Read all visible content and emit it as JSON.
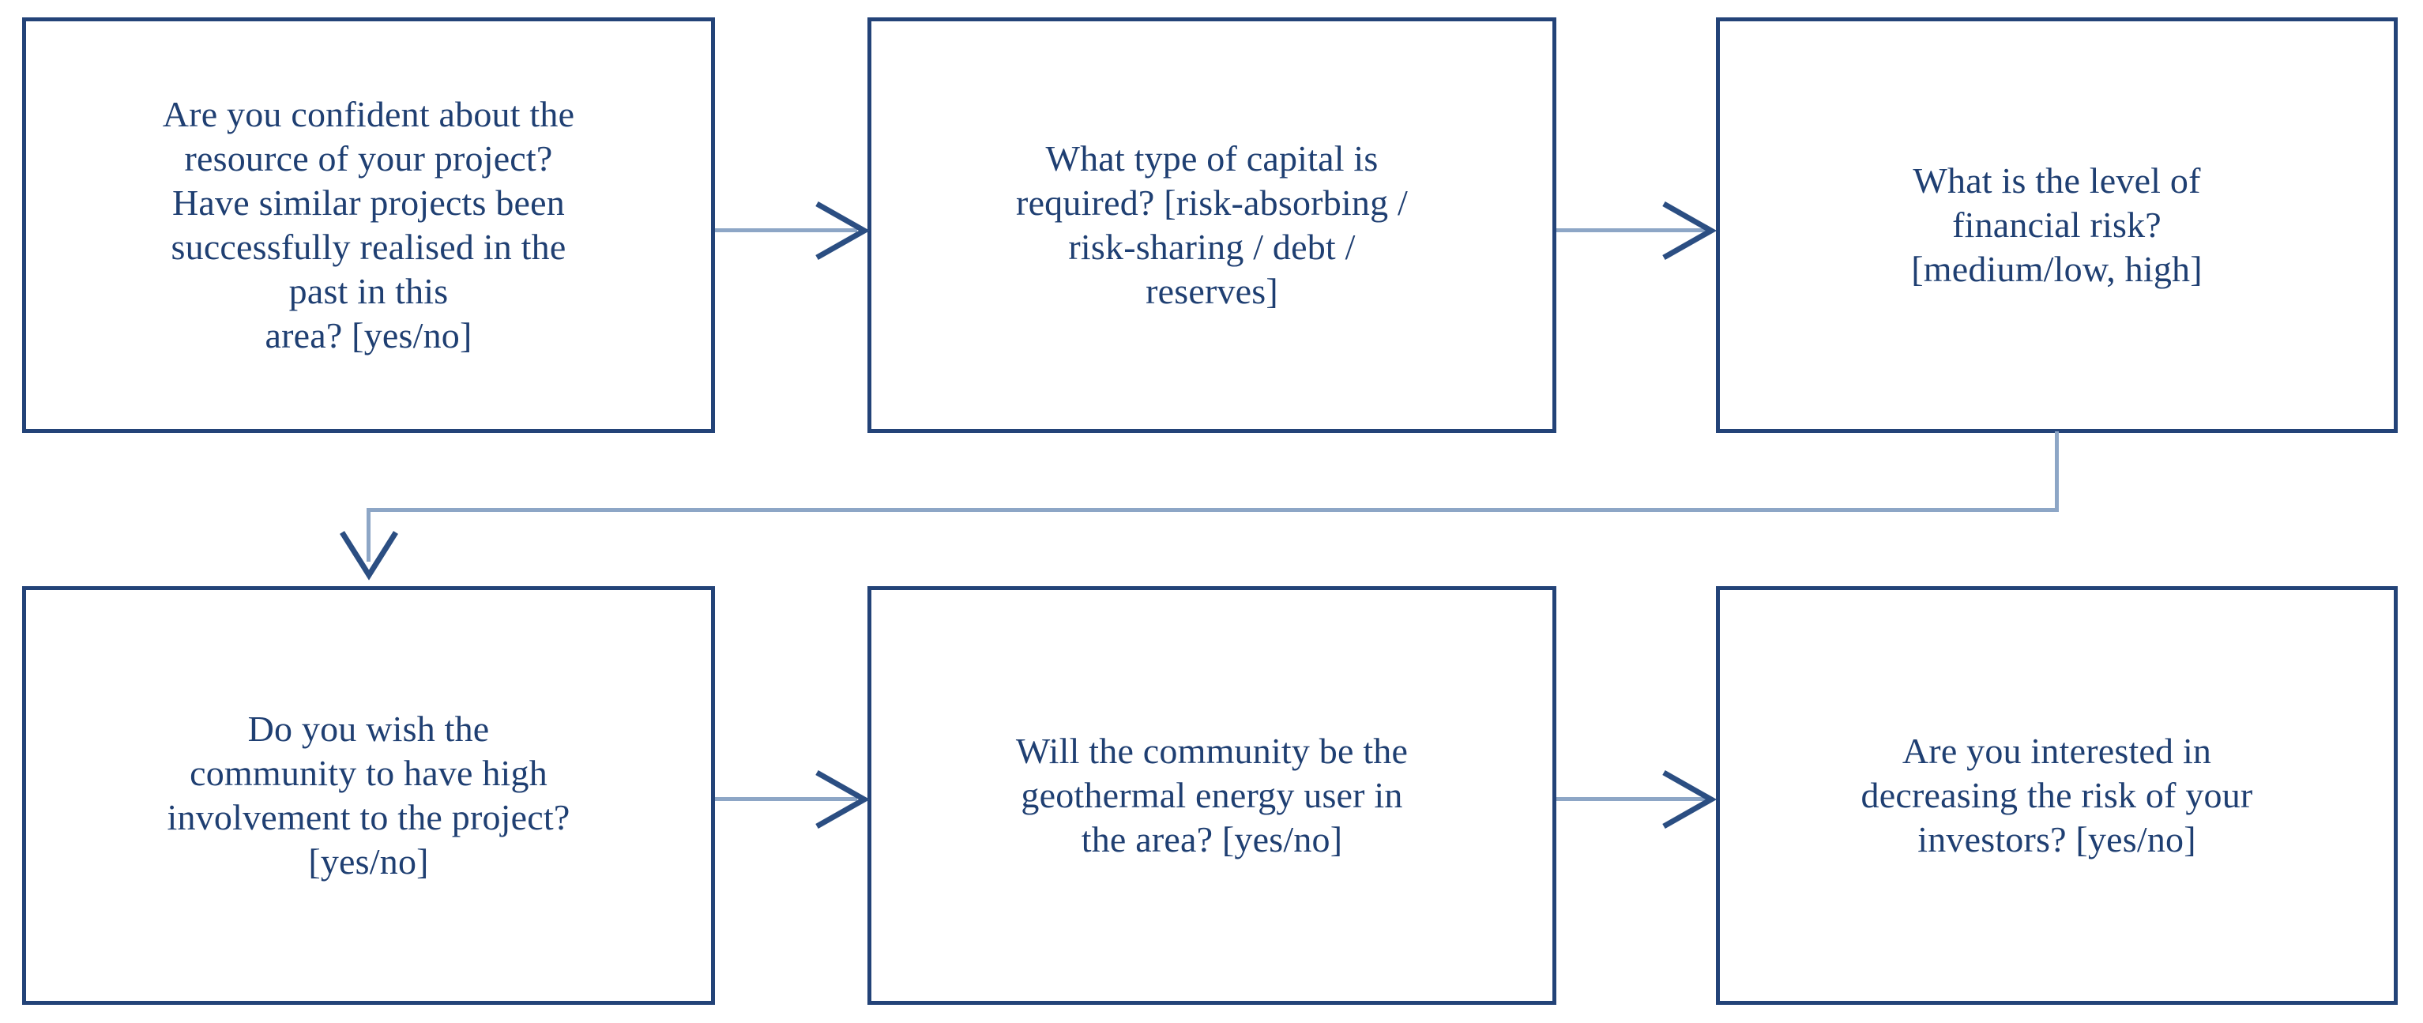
{
  "diagram": {
    "title": "Geothermal project financing decision flowchart",
    "colors": {
      "box_border": "#234378",
      "box_fill": "#ffffff",
      "text": "#1F3F72",
      "connector_line": "#8DA6C6",
      "arrow_head": "#2B4E82",
      "page_background": "#ffffff"
    },
    "nodes": [
      {
        "id": "node-1",
        "name": "resource-confidence-question",
        "text": "Are you confident about the\nresource of your project?\nHave similar projects been\nsuccessfully realised in the\npast in this\narea? [yes/no]",
        "options": [
          "yes",
          "no"
        ],
        "row": 1,
        "column": 1
      },
      {
        "id": "node-2",
        "name": "capital-type-question",
        "text": "What type of capital is\nrequired? [risk-absorbing /\nrisk-sharing / debt /\nreserves]",
        "options": [
          "risk-absorbing",
          "risk-sharing",
          "debt",
          "reserves"
        ],
        "row": 1,
        "column": 2
      },
      {
        "id": "node-3",
        "name": "financial-risk-level-question",
        "text": "What is the level of\nfinancial  risk?\n[medium/low, high]",
        "options": [
          "medium/low",
          "high"
        ],
        "row": 1,
        "column": 3
      },
      {
        "id": "node-4",
        "name": "community-involvement-question",
        "text": "Do you wish the\ncommunity to have high\ninvolvement to the project?\n[yes/no]",
        "options": [
          "yes",
          "no"
        ],
        "row": 2,
        "column": 1
      },
      {
        "id": "node-5",
        "name": "community-energy-user-question",
        "text": "Will the community be the\ngeothermal energy user in\nthe area? [yes/no]",
        "options": [
          "yes",
          "no"
        ],
        "row": 2,
        "column": 2
      },
      {
        "id": "node-6",
        "name": "investor-risk-reduction-question",
        "text": "Are you interested in\ndecreasing the risk of your\ninvestors? [yes/no]",
        "options": [
          "yes",
          "no"
        ],
        "row": 2,
        "column": 3
      }
    ],
    "edges": [
      {
        "id": "edge-1-2",
        "from": "node-1",
        "to": "node-2",
        "style": "straight-right-arrow",
        "label": ""
      },
      {
        "id": "edge-2-3",
        "from": "node-2",
        "to": "node-3",
        "style": "straight-right-arrow",
        "label": ""
      },
      {
        "id": "edge-3-4",
        "from": "node-3",
        "to": "node-4",
        "style": "elbow-down-left-down-arrow",
        "label": ""
      },
      {
        "id": "edge-4-5",
        "from": "node-4",
        "to": "node-5",
        "style": "straight-right-arrow",
        "label": ""
      },
      {
        "id": "edge-5-6",
        "from": "node-5",
        "to": "node-6",
        "style": "straight-right-arrow",
        "label": ""
      }
    ]
  }
}
